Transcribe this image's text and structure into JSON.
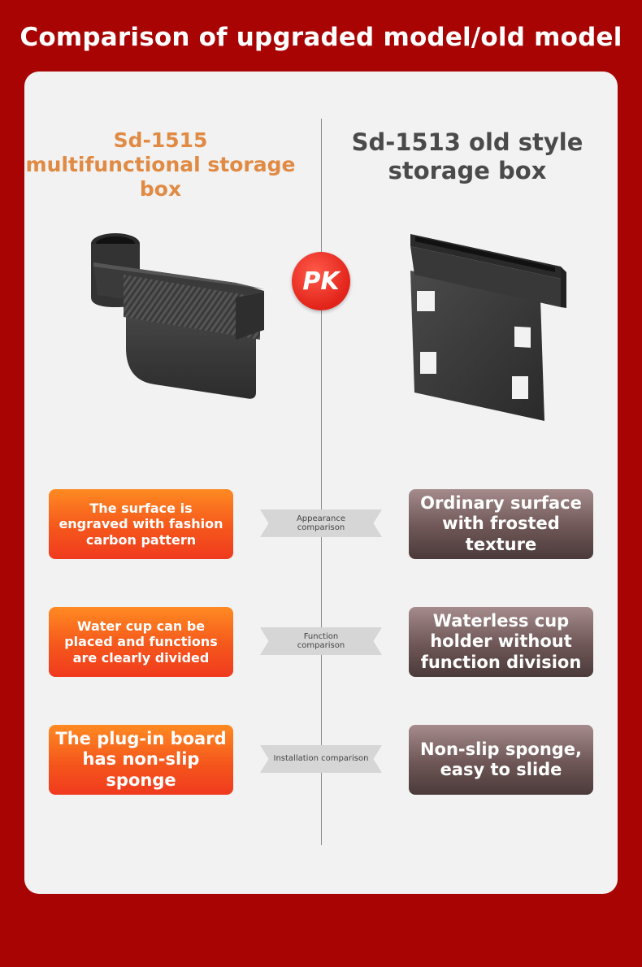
{
  "page": {
    "title": "Comparison of upgraded model/old model"
  },
  "left": {
    "heading": "Sd-1515 multifunctional storage box",
    "features": [
      "The surface is engraved with fashion carbon pattern",
      "Water cup can be placed and functions are clearly divided",
      "The plug-in board has non-slip sponge"
    ]
  },
  "right": {
    "heading": "Sd-1513 old style storage box",
    "features": [
      "Ordinary surface with frosted texture",
      "Waterless cup holder without function division",
      "Non-slip sponge, easy to slide"
    ]
  },
  "badge": "PK",
  "comparisons": [
    "Appearance comparison",
    "Function comparison",
    "Installation comparison"
  ],
  "colors": {
    "background": "#a80404",
    "new_accent": "#f5571c",
    "new_heading": "#e08a44",
    "old_accent": "#6e5656",
    "pk_badge": "#e2231a"
  }
}
